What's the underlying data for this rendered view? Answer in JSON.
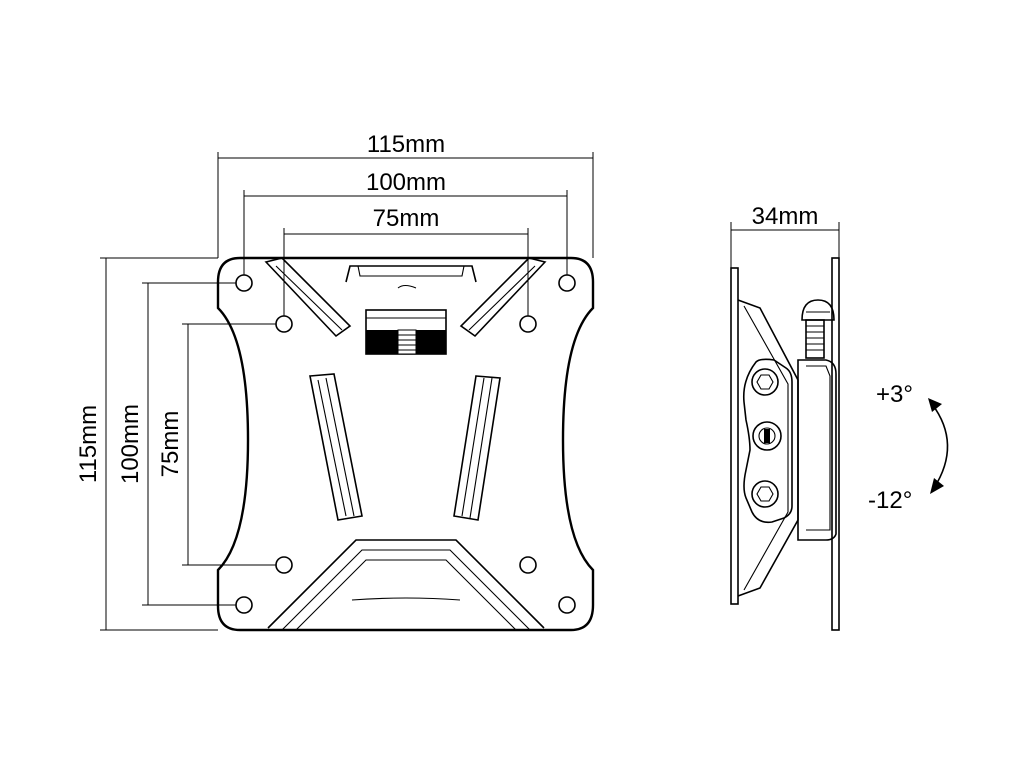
{
  "front_view": {
    "width_outer_label": "115mm",
    "width_mid_label": "100mm",
    "width_inner_label": "75mm",
    "height_outer_label": "115mm",
    "height_mid_label": "100mm",
    "height_inner_label": "75mm"
  },
  "side_view": {
    "depth_label": "34mm",
    "tilt_up_label": "+3°",
    "tilt_down_label": "-12°"
  },
  "colors": {
    "line": "#000000",
    "background": "#ffffff"
  }
}
